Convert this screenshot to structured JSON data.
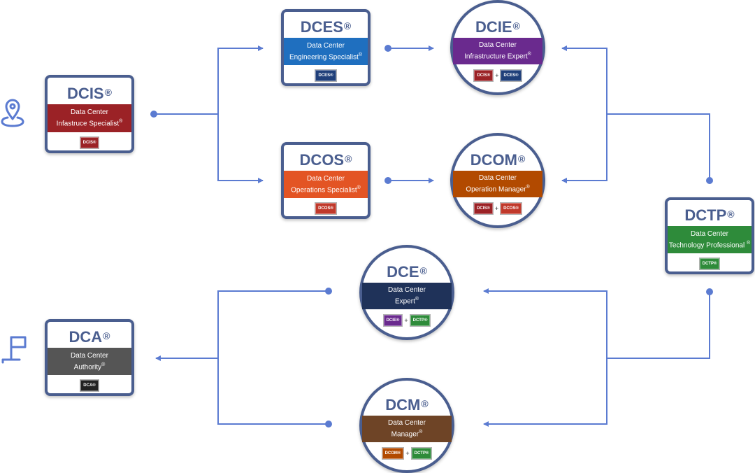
{
  "icons": [
    "map-pin-icon",
    "flag-icon"
  ],
  "colors": {
    "outline": "#4a5e8f",
    "connector": "#5b7bd1",
    "dcis": "#9b2226",
    "dces": "#1f6fbf",
    "dcos": "#e35424",
    "dcie": "#6a2a8e",
    "dcom": "#b24a00",
    "dctp": "#2e8b3a",
    "dce": "#1f3259",
    "dcm": "#6e4426",
    "dca": "#555555"
  },
  "certs": {
    "dcis": {
      "code": "DCIS",
      "reg": "®",
      "line1": "Data Center",
      "line2": "Infastruce Specialist",
      "badges": [
        "DCIS®"
      ]
    },
    "dces": {
      "code": "DCES",
      "reg": "®",
      "line1": "Data Center",
      "line2": "Engineering Specialist",
      "badges": [
        "DCES®"
      ]
    },
    "dcos": {
      "code": "DCOS",
      "reg": "®",
      "line1": "Data Center",
      "line2": "Operations Specialist",
      "badges": [
        "DCOS®"
      ]
    },
    "dcie": {
      "code": "DCIE",
      "reg": "®",
      "line1": "Data Center",
      "line2": "Infrastructure Expert",
      "badges": [
        "DCIS®",
        "DCES®"
      ]
    },
    "dcom": {
      "code": "DCOM",
      "reg": "®",
      "line1": "Data Center",
      "line2": "Operation Manager",
      "badges": [
        "DCIS®",
        "DCOS®"
      ]
    },
    "dctp": {
      "code": "DCTP",
      "reg": "®",
      "line1": "Data Center",
      "line2": "Technology Professional",
      "badges": [
        "DCTP®"
      ]
    },
    "dce": {
      "code": "DCE",
      "reg": "®",
      "line1": "Data Center",
      "line2": "Expert",
      "badges": [
        "DCIE®",
        "DCTP®"
      ]
    },
    "dcm": {
      "code": "DCM",
      "reg": "®",
      "line1": "Data Center",
      "line2": "Manager",
      "badges": [
        "DCOM®",
        "DCTP®"
      ]
    },
    "dca": {
      "code": "DCA",
      "reg": "®",
      "line1": "Data Center",
      "line2": "Authority",
      "badges": [
        "DCA®"
      ]
    }
  },
  "plus_sign": "+"
}
